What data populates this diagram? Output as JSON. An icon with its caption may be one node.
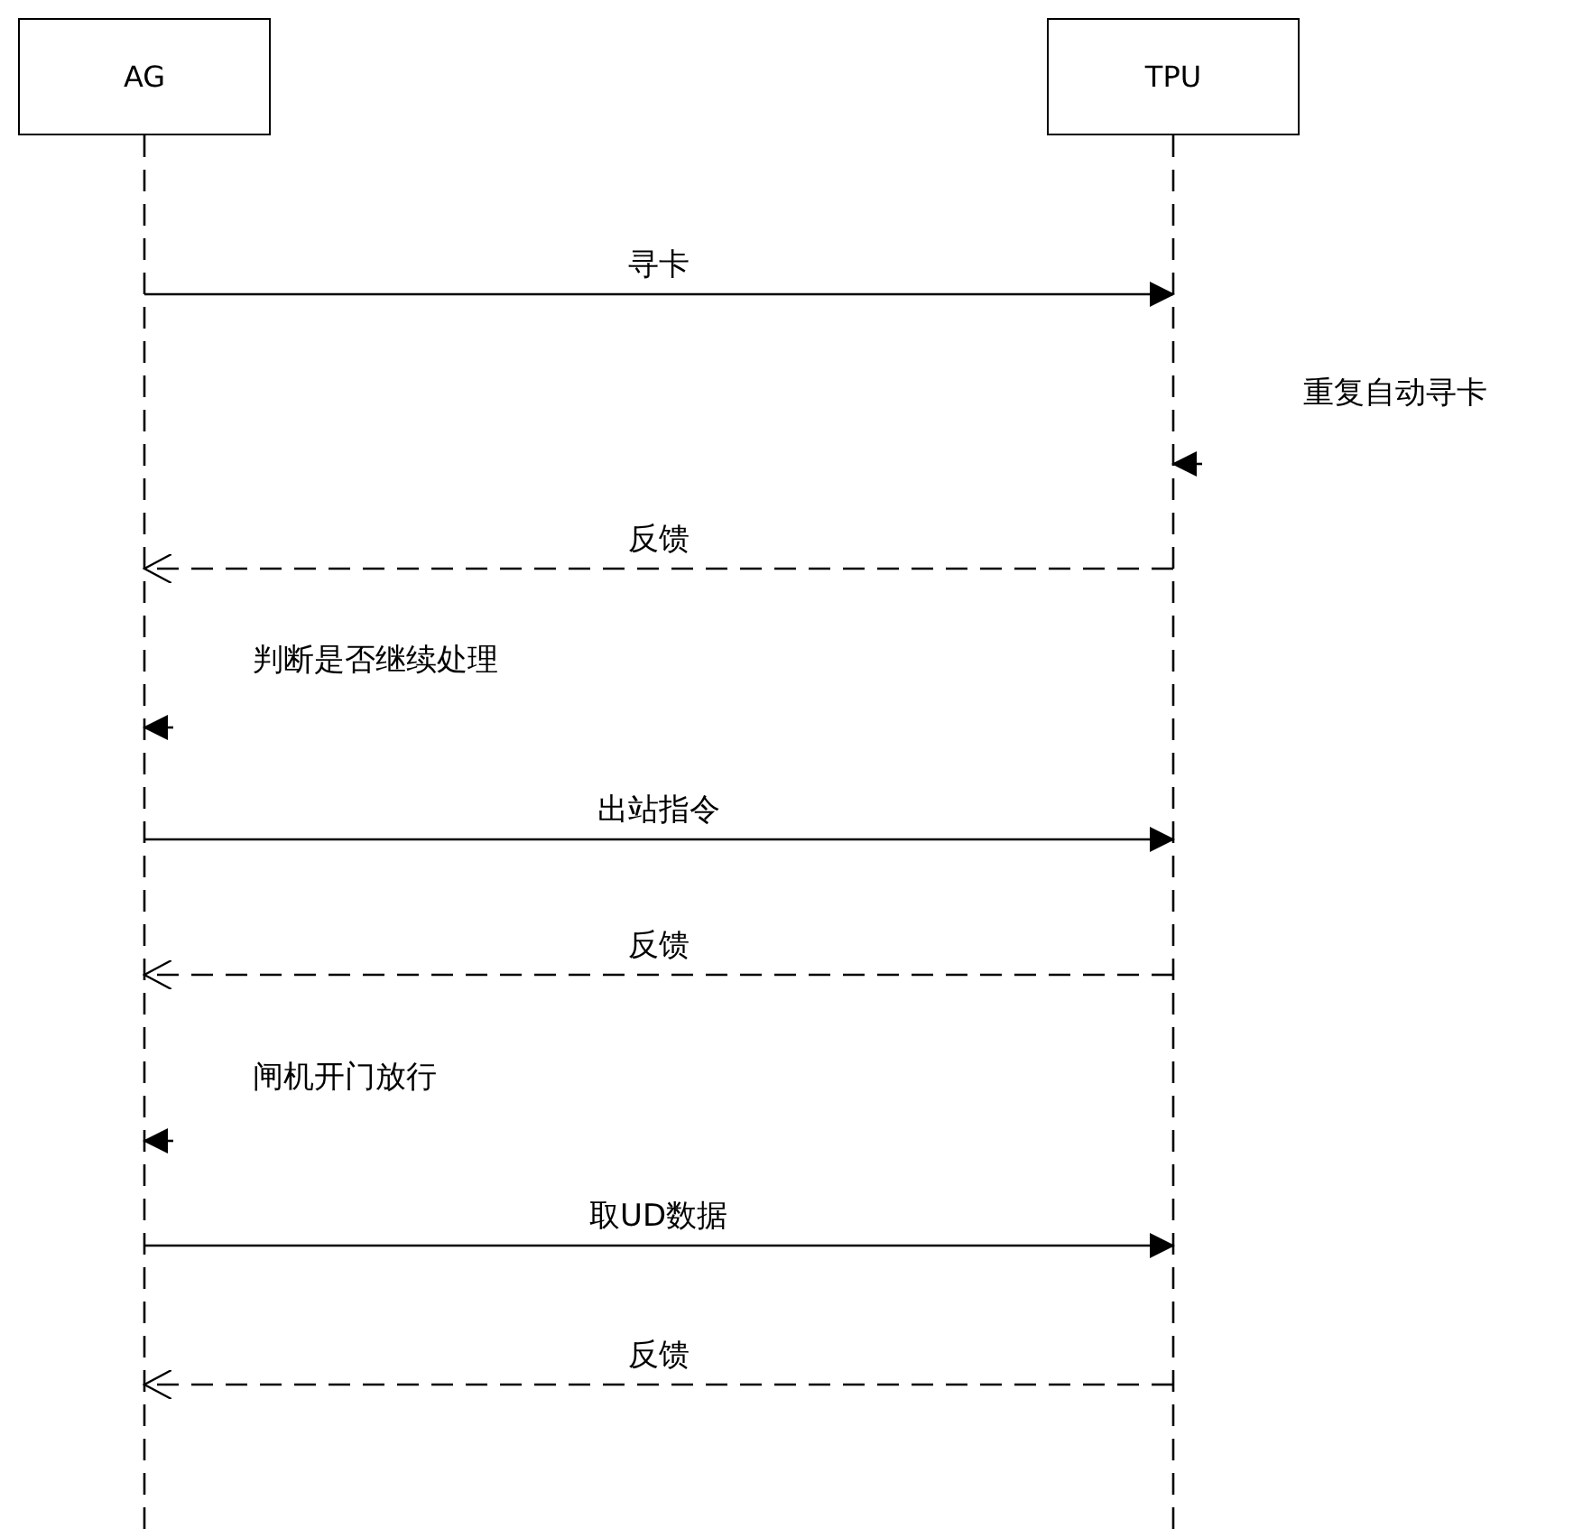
{
  "diagram": {
    "nodes": [
      {
        "text": [
          "AG"
        ]
      },
      {
        "text": [
          "TPU"
        ]
      }
    ],
    "edges": [
      {
        "from": 0,
        "to": 1,
        "arrow": "to",
        "label": "寻卡"
      },
      {
        "from": null,
        "to": 1,
        "arrow": "to",
        "label": "重复自动寻卡"
      },
      {
        "from": 1,
        "to": 0,
        "arrow": "to",
        "label": "反馈",
        "style": "dashed"
      },
      {
        "from": null,
        "to": 0,
        "arrow": "to",
        "label": "判断是否继续处理"
      },
      {
        "from": 0,
        "to": 1,
        "arrow": "to",
        "label": "出站指令"
      },
      {
        "from": 1,
        "to": 0,
        "arrow": "to",
        "label": "反馈",
        "style": "dashed"
      },
      {
        "from": null,
        "to": 0,
        "arrow": "to",
        "label": "闸机开门放行"
      },
      {
        "from": 0,
        "to": 1,
        "arrow": "to",
        "label": "取UD数据"
      },
      {
        "from": 1,
        "to": 0,
        "arrow": "to",
        "label": "反馈",
        "style": "dashed"
      }
    ]
  }
}
